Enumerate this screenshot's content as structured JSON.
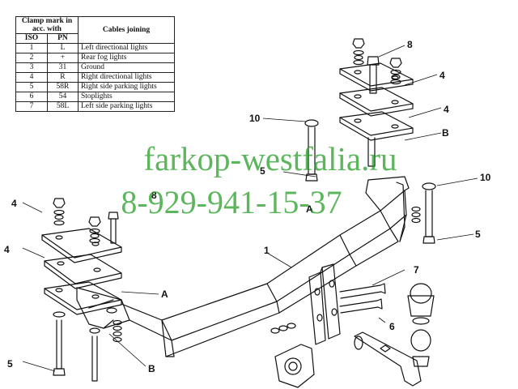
{
  "table": {
    "header_clamp": "Clamp mark in acc. with",
    "header_cables": "Cables joining",
    "header_iso": "ISO",
    "header_pn": "PN",
    "rows": [
      {
        "iso": "1",
        "pn": "L",
        "desc": "Left directional lights"
      },
      {
        "iso": "2",
        "pn": "+",
        "desc": "Rear fog lights"
      },
      {
        "iso": "3",
        "pn": "31",
        "desc": "Ground"
      },
      {
        "iso": "4",
        "pn": "R",
        "desc": "Right directional lights"
      },
      {
        "iso": "5",
        "pn": "58R",
        "desc": "Right side parking lights"
      },
      {
        "iso": "6",
        "pn": "54",
        "desc": "Stoplights"
      },
      {
        "iso": "7",
        "pn": "58L",
        "desc": "Left side parking lights"
      }
    ]
  },
  "watermark": {
    "site": "farkop-westfalia.ru",
    "phone": "8-929-941-15-37"
  },
  "callouts": {
    "part_1": "1",
    "part_4": "4",
    "part_5": "5",
    "part_6": "6",
    "part_7": "7",
    "part_8": "8",
    "part_10": "10",
    "mark_a": "A",
    "mark_b": "B"
  }
}
